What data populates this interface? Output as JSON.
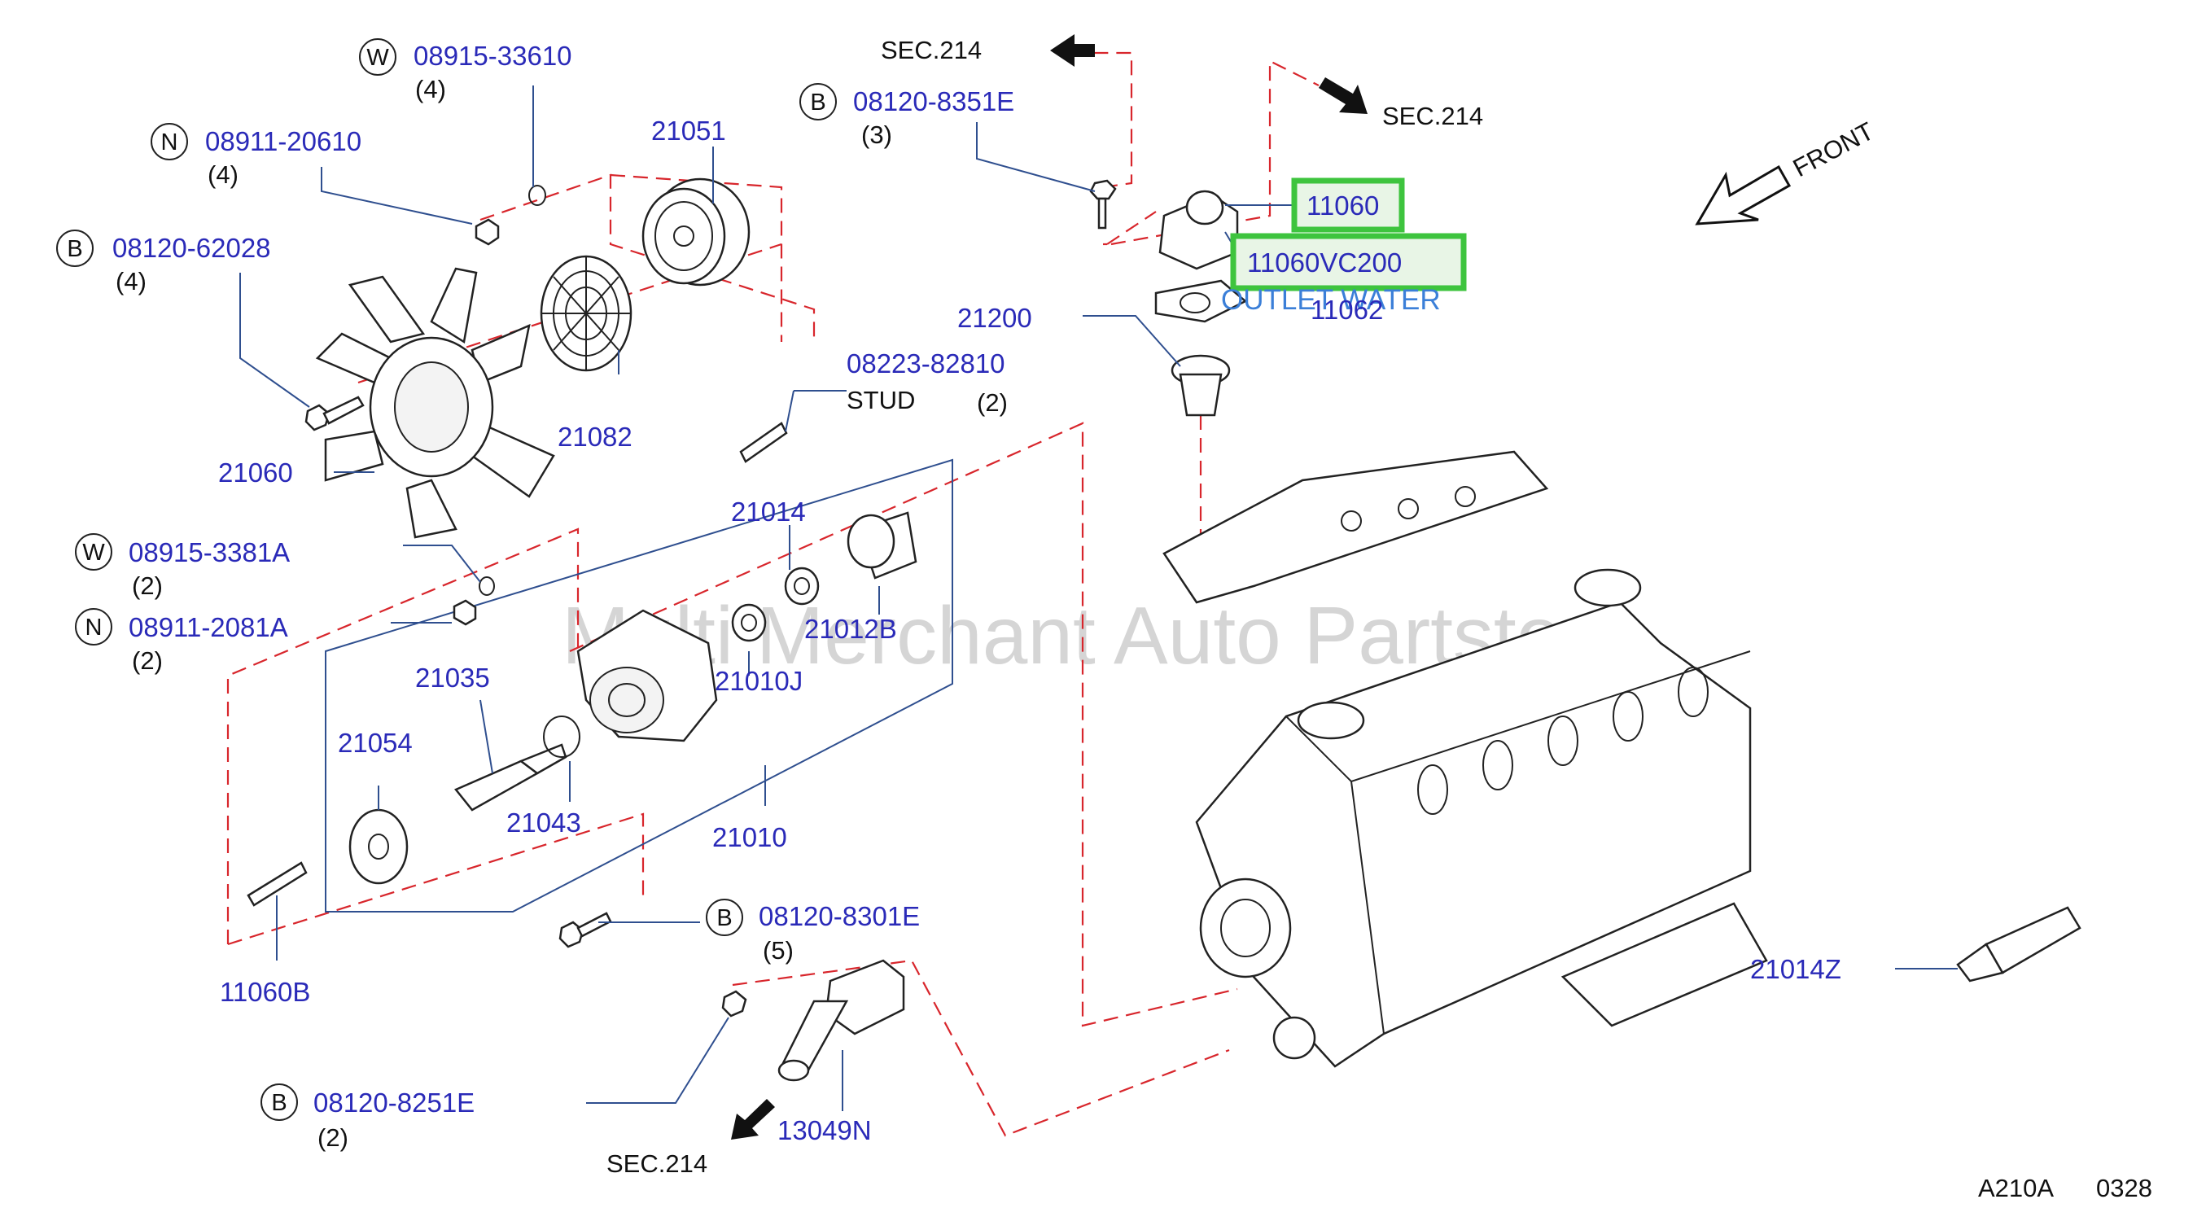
{
  "diagram": {
    "sec_label": "SEC.214",
    "front_label": "FRONT",
    "watermark": "Multi Merchant Auto Partstore",
    "footer_code": "A210A",
    "footer_num": "0328",
    "stud_label": "STUD",
    "highlight_desc": "OUTLET   WATER",
    "letters": {
      "w": "W",
      "n": "N",
      "b": "B"
    },
    "parts": {
      "p_08915_33610": "08915-33610",
      "p_08911_20610": "08911-20610",
      "p_08120_62028": "08120-62028",
      "p_21051": "21051",
      "p_21082": "21082",
      "p_21060": "21060",
      "p_08120_8351E": "08120-8351E",
      "p_11060": "11060",
      "p_11060VC200": "11060VC200",
      "p_11062": "11062",
      "p_21200": "21200",
      "p_08223_82810": "08223-82810",
      "p_08915_3381A": "08915-3381A",
      "p_08911_2081A": "08911-2081A",
      "p_21014": "21014",
      "p_21012B": "21012B",
      "p_21010J": "21010J",
      "p_21035": "21035",
      "p_21054": "21054",
      "p_21043": "21043",
      "p_21010": "21010",
      "p_08120_8301E": "08120-8301E",
      "p_11060B": "11060B",
      "p_08120_8251E": "08120-8251E",
      "p_13049N": "13049N",
      "p_21014Z": "21014Z"
    },
    "quantities": {
      "q_08915_33610": "(4)",
      "q_08911_20610": "(4)",
      "q_08120_62028": "(4)",
      "q_08120_8351E": "(3)",
      "q_08223_82810": "(2)",
      "q_08915_3381A": "(2)",
      "q_08911_2081A": "(2)",
      "q_08120_8301E": "(5)",
      "q_08120_8251E": "(2)"
    }
  }
}
